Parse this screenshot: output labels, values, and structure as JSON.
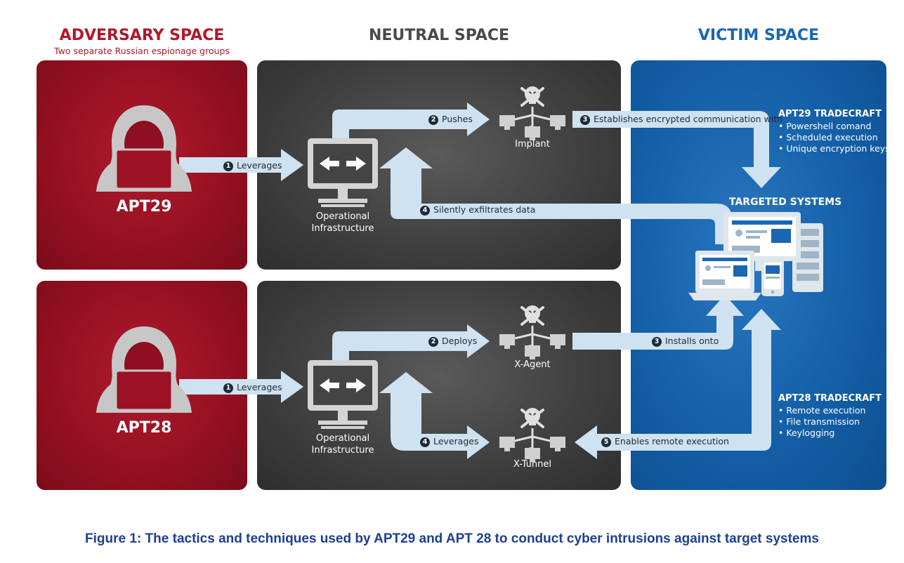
{
  "headings": {
    "adversary": "ADVERSARY SPACE",
    "adversary_sub": "Two separate Russian espionage groups",
    "neutral": "NEUTRAL SPACE",
    "victim": "VICTIM SPACE"
  },
  "apt29": {
    "actor": "APT29",
    "infra_line1": "Operational",
    "infra_line2": "Infrastructure",
    "tool": "Implant",
    "step1": "Leverages",
    "step2": "Pushes",
    "step3": "Establishes encrypted communication with",
    "step4": "Silently exfiltrates data",
    "tradecraft_title": "APT29 TRADECRAFT",
    "tradecraft": [
      "Powershell comand",
      "Scheduled execution",
      "Unique encryption keys"
    ]
  },
  "apt28": {
    "actor": "APT28",
    "infra_line1": "Operational",
    "infra_line2": "Infrastructure",
    "tool1": "X-Agent",
    "tool2": "X-Tunnel",
    "step1": "Leverages",
    "step2": "Deploys",
    "step3": "Installs onto",
    "step4": "Leverages",
    "step5": "Enables remote execution",
    "tradecraft_title": "APT28 TRADECRAFT",
    "tradecraft": [
      "Remote execution",
      "File transmission",
      "Keylogging"
    ]
  },
  "targeted": "TARGETED SYSTEMS",
  "step_numbers": [
    "1",
    "2",
    "3",
    "4",
    "5"
  ],
  "caption": "Figure 1: The tactics and techniques used by APT29 and APT 28 to conduct cyber intrusions against target systems",
  "colors": {
    "adversary": "#b3172b",
    "neutral": "#3f3f3f",
    "victim": "#135ea6",
    "arrow": "#cfe2f1",
    "caption": "#1d3f93",
    "neutral_heading": "#4a4a4a",
    "victim_heading": "#1a66b3"
  },
  "icons": [
    "hooded-hacker-icon",
    "monitor-arrows-icon",
    "skull-crossbones-icon",
    "computer-icon",
    "laptop-icon",
    "tablet-icon",
    "phone-icon",
    "server-icon"
  ]
}
